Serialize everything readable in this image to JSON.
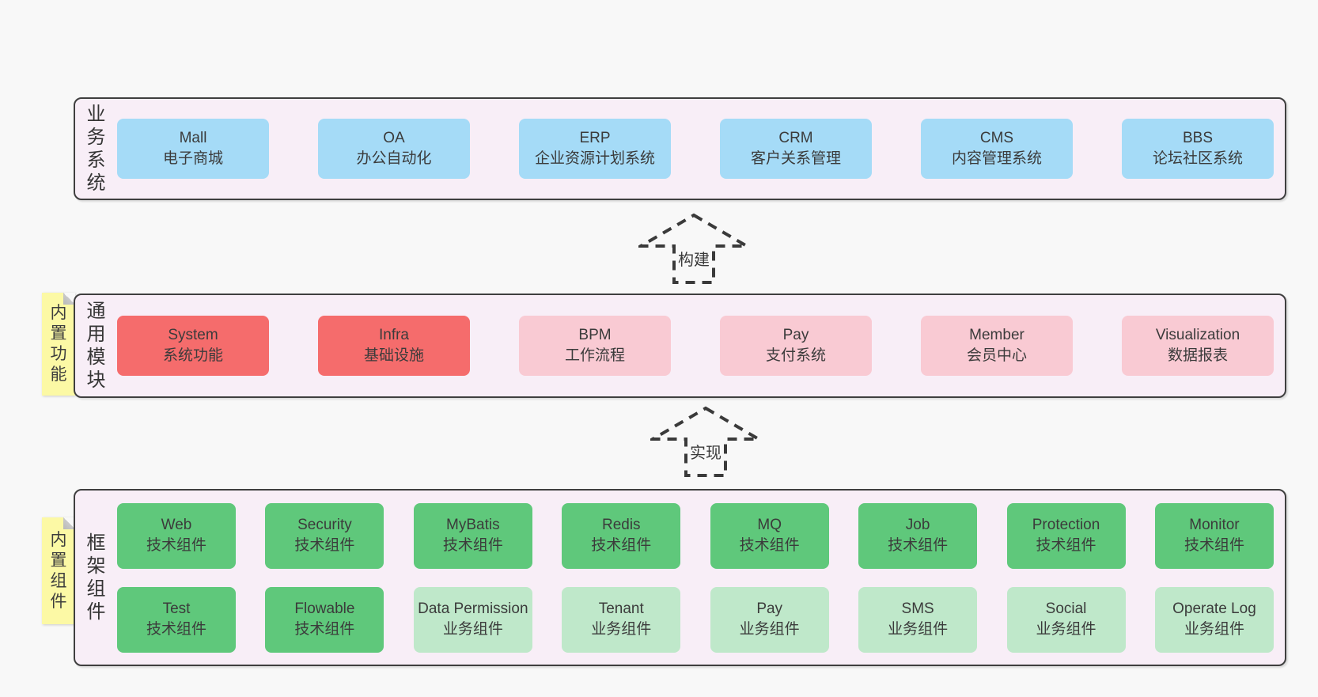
{
  "colors": {
    "page_bg": "#f8f8f8",
    "panel_bg": "#f8eef7",
    "panel_border": "#3f3f3f",
    "blue": "#a5dbf7",
    "red": "#f56c6c",
    "pink": "#f9cad3",
    "green": "#5fc87b",
    "lightgreen": "#bfe8ca",
    "note_yellow": "#fcf9a5",
    "note_fold": "#c9c9c9",
    "text": "#3d3d3d"
  },
  "arrows": {
    "build": "构建",
    "implement": "实现"
  },
  "sections": {
    "business": {
      "label": "业务系统",
      "boxes": [
        {
          "name": "Mall",
          "desc": "电子商城"
        },
        {
          "name": "OA",
          "desc": "办公自动化"
        },
        {
          "name": "ERP",
          "desc": "企业资源计划系统"
        },
        {
          "name": "CRM",
          "desc": "客户关系管理"
        },
        {
          "name": "CMS",
          "desc": "内容管理系统"
        },
        {
          "name": "BBS",
          "desc": "论坛社区系统"
        }
      ]
    },
    "modules": {
      "label": "通用模块",
      "note": "内置功能",
      "boxes": [
        {
          "name": "System",
          "desc": "系统功能"
        },
        {
          "name": "Infra",
          "desc": "基础设施"
        },
        {
          "name": "BPM",
          "desc": "工作流程"
        },
        {
          "name": "Pay",
          "desc": "支付系统"
        },
        {
          "name": "Member",
          "desc": "会员中心"
        },
        {
          "name": "Visualization",
          "desc": "数据报表"
        }
      ]
    },
    "framework": {
      "label": "框架组件",
      "note": "内置组件",
      "row1": [
        {
          "name": "Web",
          "desc": "技术组件"
        },
        {
          "name": "Security",
          "desc": "技术组件"
        },
        {
          "name": "MyBatis",
          "desc": "技术组件"
        },
        {
          "name": "Redis",
          "desc": "技术组件"
        },
        {
          "name": "MQ",
          "desc": "技术组件"
        },
        {
          "name": "Job",
          "desc": "技术组件"
        },
        {
          "name": "Protection",
          "desc": "技术组件"
        },
        {
          "name": "Monitor",
          "desc": "技术组件"
        }
      ],
      "row2": [
        {
          "name": "Test",
          "desc": "技术组件"
        },
        {
          "name": "Flowable",
          "desc": "技术组件"
        },
        {
          "name": "Data Permission",
          "desc": "业务组件"
        },
        {
          "name": "Tenant",
          "desc": "业务组件"
        },
        {
          "name": "Pay",
          "desc": "业务组件"
        },
        {
          "name": "SMS",
          "desc": "业务组件"
        },
        {
          "name": "Social",
          "desc": "业务组件"
        },
        {
          "name": "Operate Log",
          "desc": "业务组件"
        }
      ]
    }
  }
}
